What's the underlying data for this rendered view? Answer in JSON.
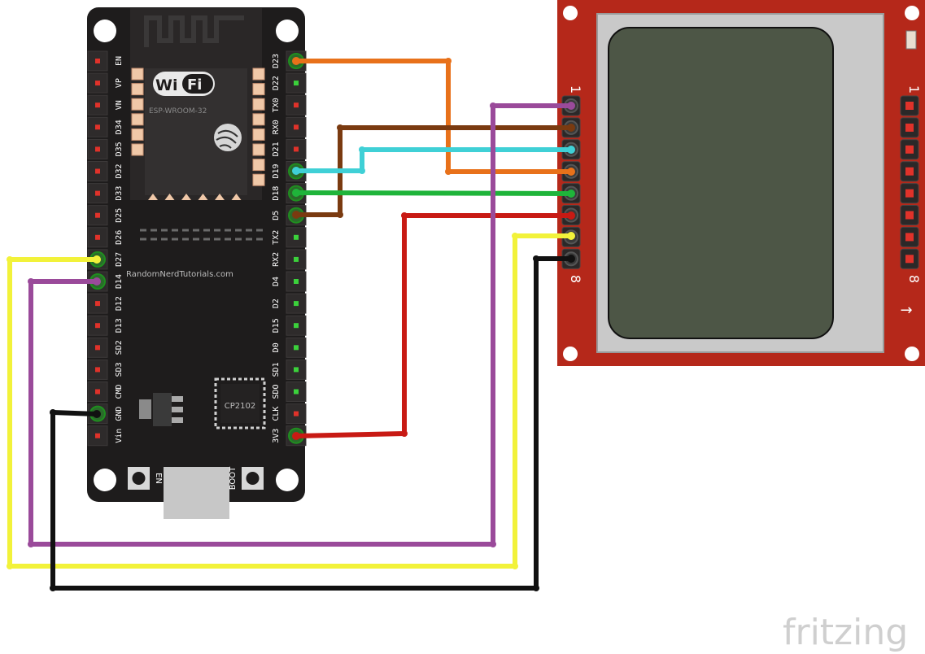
{
  "board": {
    "wifi_logo_left": "Wi",
    "wifi_logo_right": "Fi",
    "module_label": "ESP-WROOM-32",
    "silk_text": "RandomNerdTutorials.com",
    "usb_chip_label": "CP2102",
    "en_button_label": "EN",
    "boot_button_label": "BOOT",
    "left_pins": [
      "EN",
      "VP",
      "VN",
      "D34",
      "D35",
      "D32",
      "D33",
      "D25",
      "D26",
      "D27",
      "D14",
      "D12",
      "D13",
      "SD2",
      "SD3",
      "CMD",
      "GND",
      "Vin"
    ],
    "right_pins": [
      "D23",
      "D22",
      "TX0",
      "RX0",
      "D21",
      "D19",
      "D18",
      "D5",
      "TX2",
      "RX2",
      "D4",
      "D2",
      "D15",
      "D0",
      "SD1",
      "SDO",
      "CLK",
      "3V3"
    ]
  },
  "lcd": {
    "pin_first_label": "1",
    "pin_last_label": "8",
    "arrow_glyph": "→",
    "pin_count": 8
  },
  "watermark": {
    "text": "fritzing"
  },
  "colors": {
    "pcb_black": "#1e1c1c",
    "lcd_red": "#b5281a",
    "wire_orange": "#e8711a",
    "wire_brown": "#7a3a10",
    "wire_cyan": "#3fd0d6",
    "wire_green": "#1fb43a",
    "wire_red": "#c81a14",
    "wire_yellow": "#f2f23a",
    "wire_purple": "#9a4a9a",
    "wire_black": "#111111"
  },
  "wires": [
    {
      "name": "wire-d23-to-lcd-din",
      "color": "#e8711a",
      "from": "D23",
      "to": "LCD pin 4"
    },
    {
      "name": "wire-d5-to-lcd-ce",
      "color": "#7a3a10",
      "from": "D5",
      "to": "LCD pin 2"
    },
    {
      "name": "wire-d19-to-lcd-dc",
      "color": "#3fd0d6",
      "from": "D19",
      "to": "LCD pin 3"
    },
    {
      "name": "wire-d18-to-lcd-clk",
      "color": "#1fb43a",
      "from": "D18",
      "to": "LCD pin 5"
    },
    {
      "name": "wire-3v3-to-lcd-vcc",
      "color": "#c81a14",
      "from": "3V3",
      "to": "LCD pin 6"
    },
    {
      "name": "wire-d27-to-lcd-bl",
      "color": "#f2f23a",
      "from": "D27",
      "to": "LCD pin 7"
    },
    {
      "name": "wire-d14-to-lcd-rst",
      "color": "#9a4a9a",
      "from": "D14",
      "to": "LCD pin 1"
    },
    {
      "name": "wire-gnd-to-lcd-gnd",
      "color": "#111111",
      "from": "GND",
      "to": "LCD pin 8"
    }
  ]
}
